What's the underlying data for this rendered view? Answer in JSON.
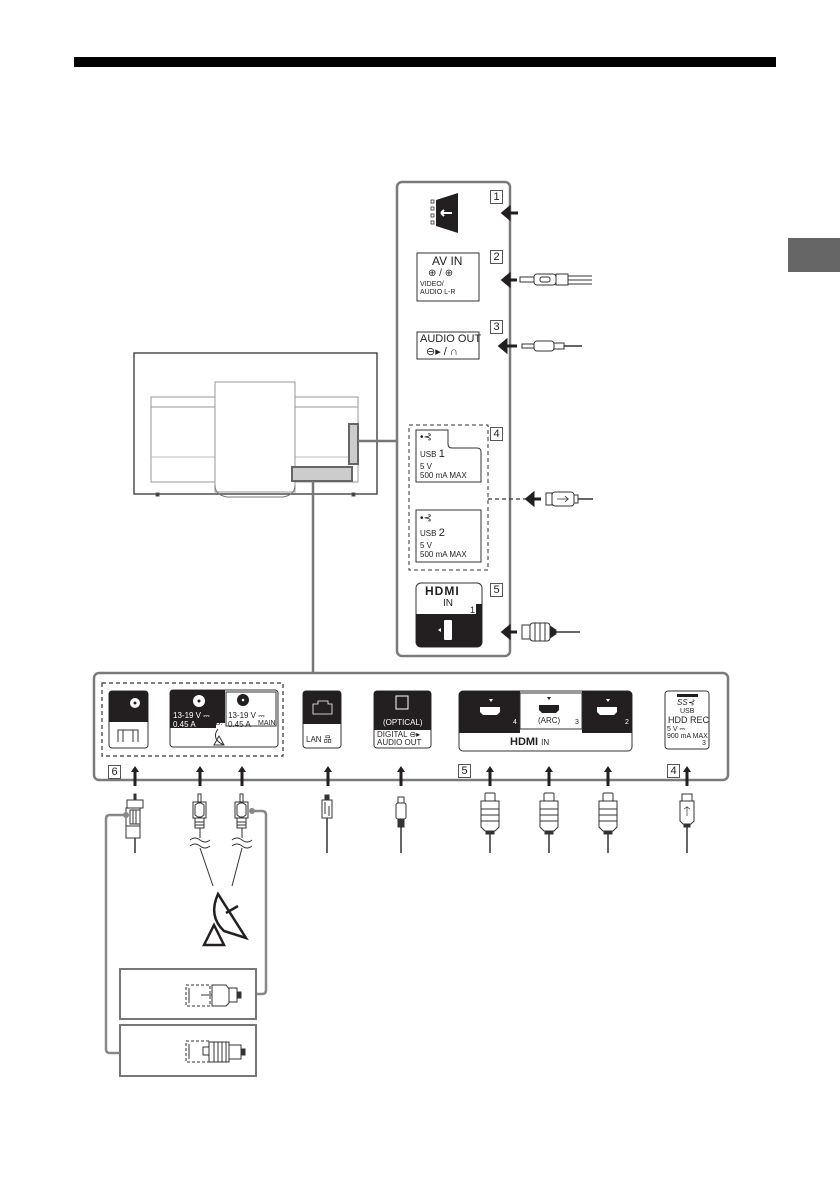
{
  "page": {
    "side_tab_color": "#666666",
    "header_bar_color": "#000000",
    "frame_color": "#7a7a7a"
  },
  "side_panel": {
    "ports": [
      {
        "number": "1",
        "name": "cam-slot",
        "icon": "card-insert-icon"
      },
      {
        "number": "2",
        "label": "AV IN",
        "symbols": "⊕ / ⊕",
        "sub": [
          "VIDEO/",
          "AUDIO L-R"
        ],
        "cable": "av-mini-plug"
      },
      {
        "number": "3",
        "label": "AUDIO OUT",
        "symbols": "headphone",
        "cable": "stereo-mini-plug"
      },
      {
        "number": "4",
        "group": "usb",
        "items": [
          {
            "label": "USB",
            "index": "1",
            "power": "5 V",
            "current": "500 mA MAX"
          },
          {
            "label": "USB",
            "index": "2",
            "power": "5 V",
            "current": "500 mA MAX"
          }
        ],
        "cable": "usb-a-plug"
      },
      {
        "number": "5",
        "label": "HDMI",
        "sub": "IN",
        "index": "1",
        "cable": "hdmi-plug"
      }
    ]
  },
  "bottom_panel": {
    "antenna": {
      "number": "6",
      "symbol": "antenna-icon"
    },
    "satellite": {
      "sub": {
        "voltage": "13-19 V",
        "current": "0.45 A",
        "tag": "SUB."
      },
      "main": {
        "voltage": "13-19 V",
        "current": "0.45 A",
        "tag": "MAIN"
      }
    },
    "lan": {
      "label": "LAN"
    },
    "optical": {
      "label": "(OPTICAL)",
      "line1": "DIGITAL",
      "line2": "AUDIO OUT"
    },
    "hdmi": {
      "number": "5",
      "ports": [
        {
          "index": "4",
          "note": ""
        },
        {
          "index": "3",
          "note": "(ARC)"
        },
        {
          "index": "2",
          "note": ""
        }
      ],
      "label": "HDMI",
      "suffix": "IN"
    },
    "usb_hdd": {
      "number": "4",
      "logo": "SS",
      "line1": "USB",
      "line2": "HDD REC",
      "power": "5 V",
      "current": "900 mA MAX",
      "index": "3"
    }
  }
}
